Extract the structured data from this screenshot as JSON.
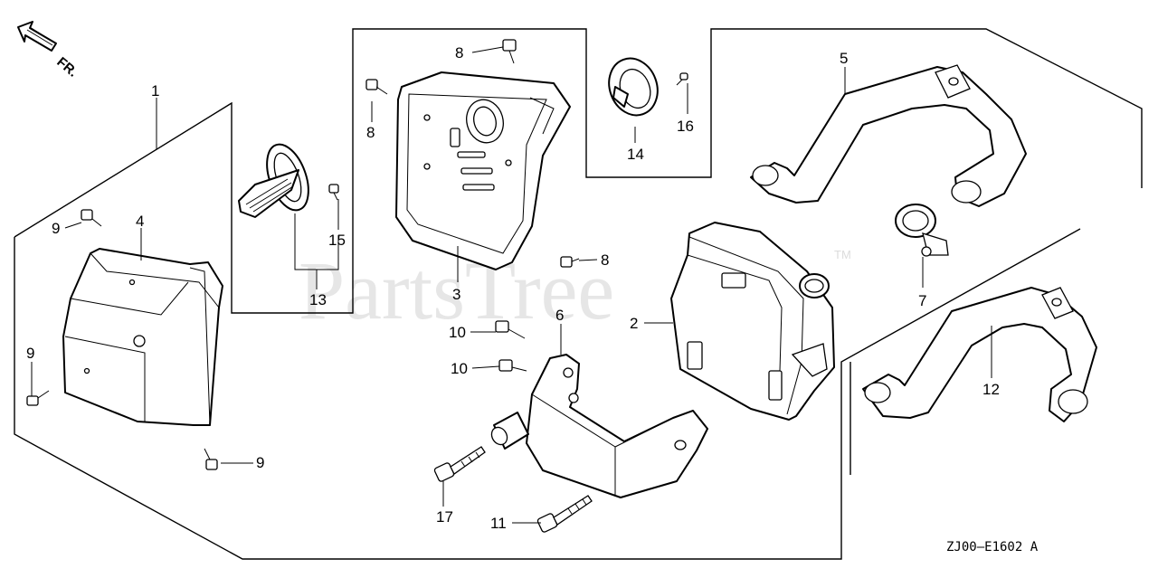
{
  "watermark": {
    "text": "PartsTree",
    "trademark": "TM"
  },
  "direction_indicator": {
    "text": "FR."
  },
  "diagram_code": "ZJ00—E1602 A",
  "callouts": {
    "c1": "1",
    "c2": "2",
    "c3": "3",
    "c4": "4",
    "c5": "5",
    "c6": "6",
    "c7": "7",
    "c8a": "8",
    "c8b": "8",
    "c8c": "8",
    "c9a": "9",
    "c9b": "9",
    "c9c": "9",
    "c10a": "10",
    "c10b": "10",
    "c11": "11",
    "c12": "12",
    "c13": "13",
    "c14": "14",
    "c15": "15",
    "c16": "16",
    "c17": "17"
  }
}
